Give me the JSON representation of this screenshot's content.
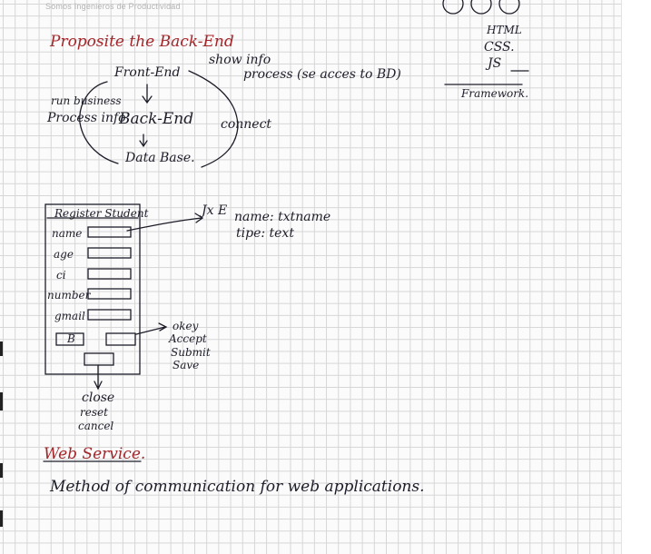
{
  "page_header": "Somos Ingenieros de Productividad",
  "title": "Proposite the Back-End",
  "flow": {
    "front_end": "Front-End",
    "back_end": "Back-End",
    "data_base": "Data Base.",
    "show_info": "show info",
    "process": "process  (se acces to BD)",
    "run_business": "run business",
    "process_info": "Process info",
    "connect": "connect"
  },
  "stack_list": [
    "HTML",
    "CSS.",
    "JS"
  ],
  "frameworks": "Framework.",
  "form_sketch": {
    "title": "Register Student",
    "fields": [
      "name",
      "age",
      "ci",
      "number",
      "gmail"
    ],
    "button_label": "B",
    "input_annotation": {
      "label": "Jx E",
      "name_line": "name: txtname",
      "type_line": "tipe: text"
    },
    "ok_annotations": [
      "okey",
      "Accept",
      "Submit",
      "Save"
    ],
    "close_annotations": [
      "close",
      "reset",
      "cancel"
    ]
  },
  "section_title": "Web Service.",
  "definition": "Method of communication for web applications."
}
